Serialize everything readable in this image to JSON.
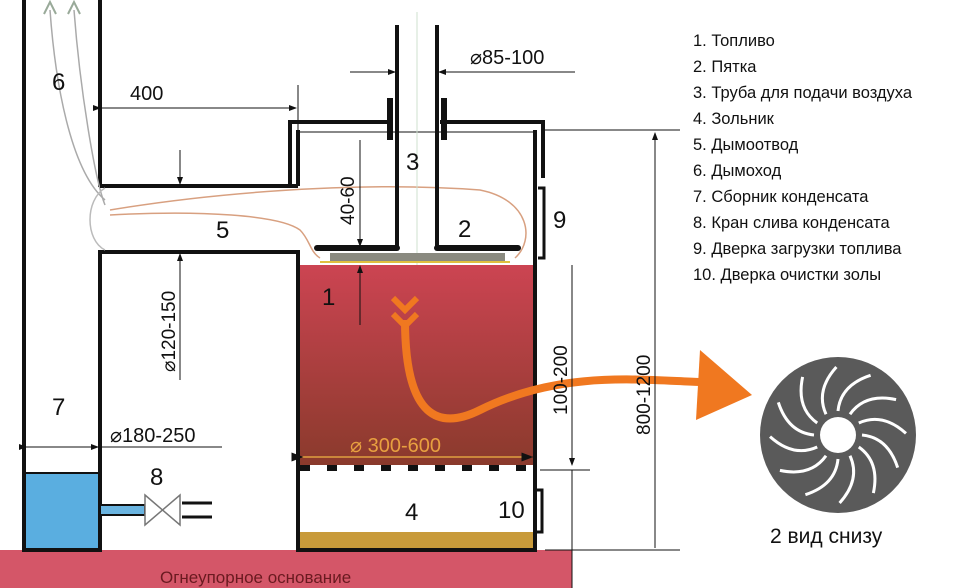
{
  "legend": [
    "1. Топливо",
    "2. Пятка",
    "3. Труба для подачи воздуха",
    "4. Зольник",
    "5. Дымоотвод",
    "6. Дымоход",
    "7. Сборник конденсата",
    "8. Кран слива конденсата",
    "9. Дверка загрузки топлива",
    "10. Дверка очистки золы"
  ],
  "numbers": {
    "n1": "1",
    "n2": "2",
    "n3": "3",
    "n4": "4",
    "n5": "5",
    "n6": "6",
    "n7": "7",
    "n8": "8",
    "n9": "9",
    "n10": "10"
  },
  "dimensions": {
    "chimney_offset": "400",
    "air_pipe_diameter": "⌀85-100",
    "disk_gap": "40-60",
    "duct_height": "⌀120-150",
    "condensate_diameter": "⌀180-250",
    "body_diameter": "⌀ 300-600",
    "ash_height": "100-200",
    "total_height": "800-1200"
  },
  "base_label": "Огнеупорное основание",
  "bottom_view_label": "2 вид снизу",
  "colors": {
    "fuel_top": "#c8444f",
    "fuel_bottom": "#8a3a2c",
    "flow": "#f07820",
    "water": "#5aaee0",
    "base": "#d45668",
    "fan": "#5a5a5a"
  }
}
